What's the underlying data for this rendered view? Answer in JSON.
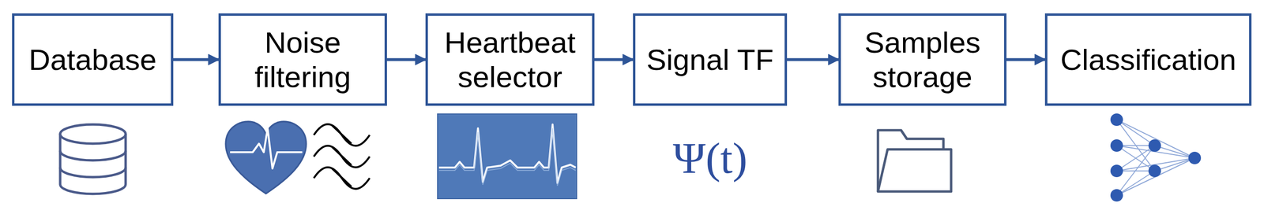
{
  "diagram": {
    "nodes": [
      {
        "text": [
          "Database"
        ]
      },
      {
        "text": [
          "Noise filtering"
        ]
      },
      {
        "text": [
          "Heartbeat selector"
        ]
      },
      {
        "text": [
          "Signal TF"
        ]
      },
      {
        "text": [
          "Samples storage"
        ]
      },
      {
        "text": [
          "Classification"
        ]
      }
    ],
    "edges": [
      {
        "from": 0,
        "to": 1,
        "arrow": "to"
      },
      {
        "from": 1,
        "to": 2,
        "arrow": "to"
      },
      {
        "from": 2,
        "to": 3,
        "arrow": "to"
      },
      {
        "from": 3,
        "to": 4,
        "arrow": "to"
      },
      {
        "from": 4,
        "to": 5,
        "arrow": "to"
      }
    ],
    "labels": [
      "Ψ(t)"
    ]
  }
}
